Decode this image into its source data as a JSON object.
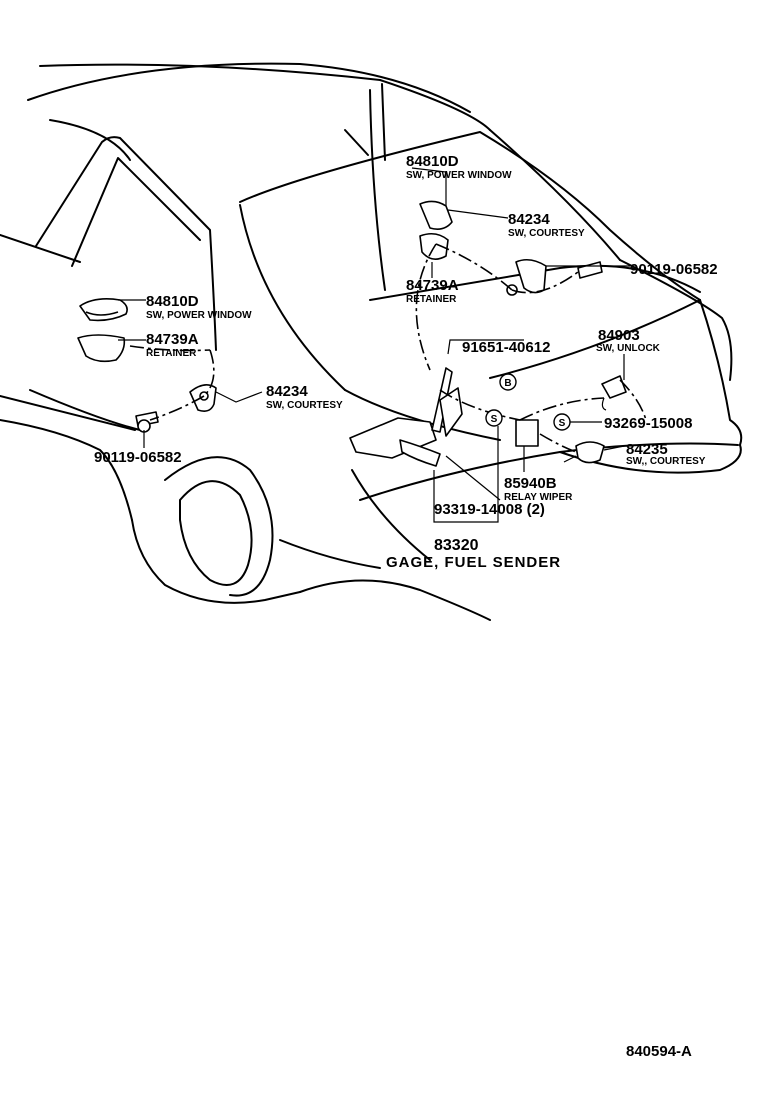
{
  "parts": [
    {
      "id": "p1",
      "number": "84810D",
      "desc": "SW, POWER WINDOW"
    },
    {
      "id": "p2",
      "number": "84234",
      "desc": "SW, COURTESY"
    },
    {
      "id": "p3",
      "number": "84739A",
      "desc": "RETAINER"
    },
    {
      "id": "p4",
      "number": "90119-06582",
      "desc": ""
    },
    {
      "id": "p5",
      "number": "84810D",
      "desc": "SW, POWER WINDOW"
    },
    {
      "id": "p6",
      "number": "84739A",
      "desc": "RETAINER"
    },
    {
      "id": "p7",
      "number": "91651-40612",
      "desc": ""
    },
    {
      "id": "p8",
      "number": "84903",
      "desc": "SW, UNLOCK"
    },
    {
      "id": "p9",
      "number": "84234",
      "desc": "SW, COURTESY"
    },
    {
      "id": "p10",
      "number": "90119-06582",
      "desc": ""
    },
    {
      "id": "p11",
      "number": "93269-15008",
      "desc": ""
    },
    {
      "id": "p12",
      "number": "84235",
      "desc": "SW,, COURTESY"
    },
    {
      "id": "p13",
      "number": "85940B",
      "desc": "RELAY WIPER"
    },
    {
      "id": "p14",
      "number": "93319-14008 (2)",
      "desc": ""
    },
    {
      "id": "p15",
      "number": "83320",
      "desc": "GAGE, FUEL  SENDER"
    }
  ],
  "badges": {
    "b": "B",
    "s1": "S",
    "s2": "S"
  },
  "footer": {
    "drawing_id": "840594-A"
  }
}
